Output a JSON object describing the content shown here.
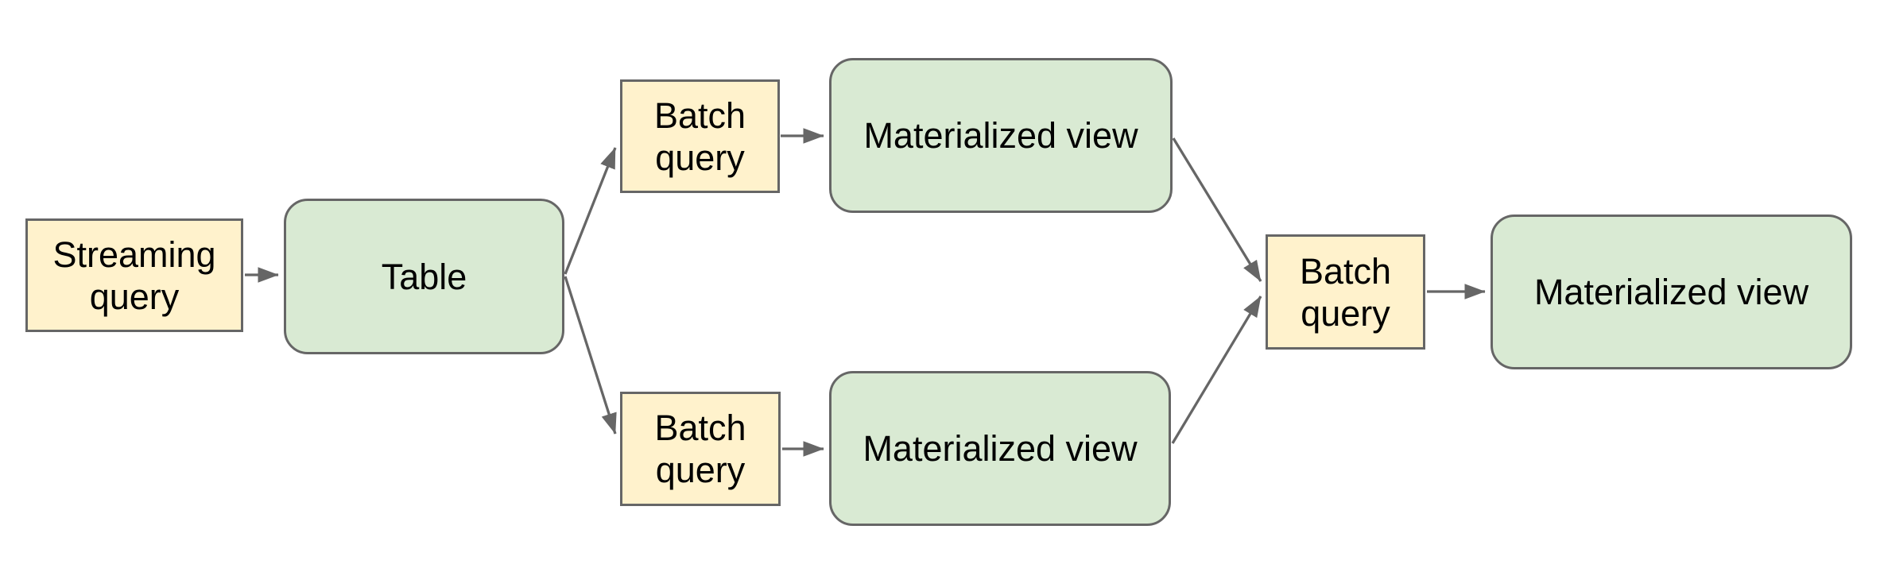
{
  "diagram": {
    "type": "flowchart",
    "nodes": {
      "streaming_query": {
        "label": "Streaming query",
        "kind": "query"
      },
      "table": {
        "label": "Table",
        "kind": "table"
      },
      "batch_query_top": {
        "label": "Batch query",
        "kind": "query"
      },
      "materialized_view_top": {
        "label": "Materialized view",
        "kind": "view"
      },
      "batch_query_bottom": {
        "label": "Batch query",
        "kind": "query"
      },
      "materialized_view_bottom": {
        "label": "Materialized view",
        "kind": "view"
      },
      "batch_query_merge": {
        "label": "Batch query",
        "kind": "query"
      },
      "materialized_view_final": {
        "label": "Materialized view",
        "kind": "view"
      }
    },
    "edges": [
      {
        "from": "streaming_query",
        "to": "table"
      },
      {
        "from": "table",
        "to": "batch_query_top"
      },
      {
        "from": "batch_query_top",
        "to": "materialized_view_top"
      },
      {
        "from": "materialized_view_top",
        "to": "batch_query_merge"
      },
      {
        "from": "table",
        "to": "batch_query_bottom"
      },
      {
        "from": "batch_query_bottom",
        "to": "materialized_view_bottom"
      },
      {
        "from": "materialized_view_bottom",
        "to": "batch_query_merge"
      },
      {
        "from": "batch_query_merge",
        "to": "materialized_view_final"
      }
    ],
    "colors": {
      "query_fill": "#fff2cc",
      "view_fill": "#d9ead3",
      "outline": "#666666",
      "arrow": "#666666",
      "text": "#000000",
      "background": "#ffffff"
    }
  }
}
